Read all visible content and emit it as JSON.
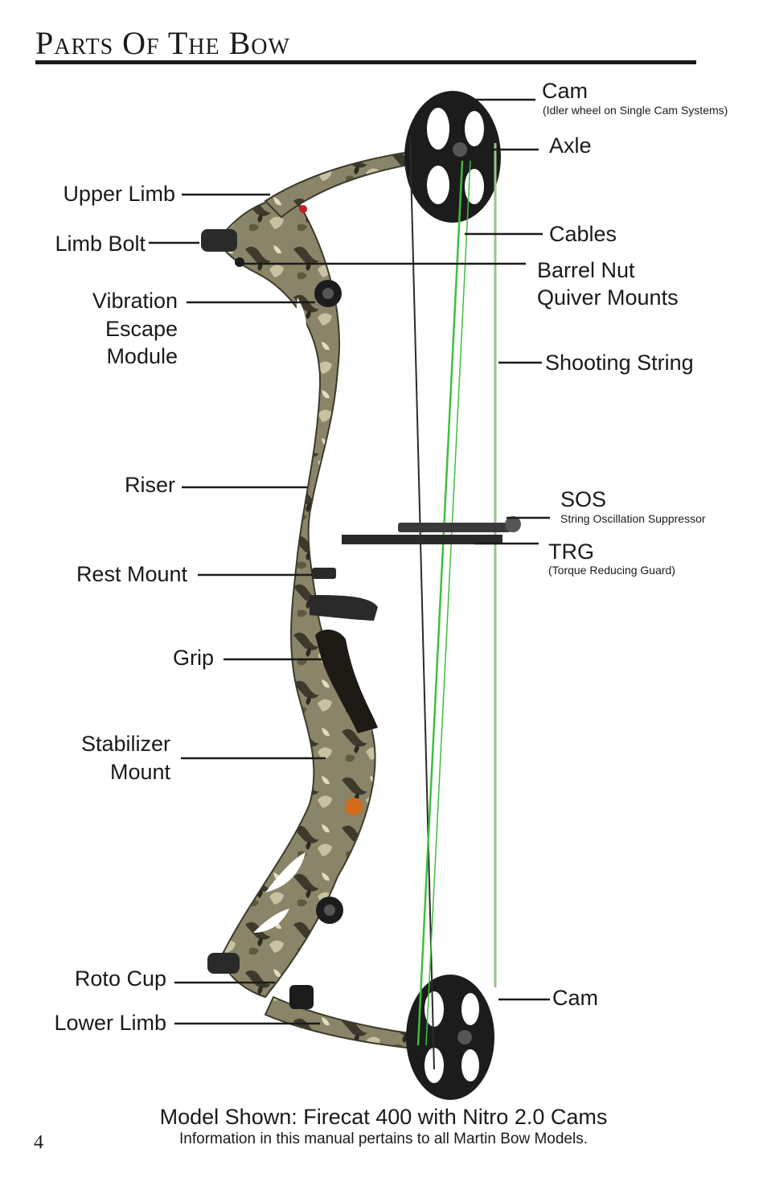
{
  "title": "Parts Of The Bow",
  "labels": {
    "cam_top": "Cam",
    "cam_top_note": "(Idler wheel on Single Cam Systems)",
    "axle": "Axle",
    "upper_limb": "Upper Limb",
    "limb_bolt": "Limb Bolt",
    "cables": "Cables",
    "barrel_nut_line1": "Barrel Nut",
    "barrel_nut_line2": "Quiver Mounts",
    "vibration_line1": "Vibration",
    "vibration_line2": "Escape",
    "vibration_line3": "Module",
    "shooting_string": "Shooting String",
    "riser": "Riser",
    "sos": "SOS",
    "sos_note": "String Oscillation Suppressor",
    "trg": "TRG",
    "trg_note": "(Torque Reducing Guard)",
    "rest_mount": "Rest Mount",
    "grip": "Grip",
    "stabilizer_line1": "Stabilizer",
    "stabilizer_line2": "Mount",
    "roto_cup": "Roto Cup",
    "cam_bottom": "Cam",
    "lower_limb": "Lower Limb"
  },
  "caption": "Model Shown: Firecat 400 with Nitro 2.0 Cams",
  "caption_note": "Information in this manual pertains to all Martin Bow Models.",
  "page_number": "4",
  "colors": {
    "camo_base": "#8a8468",
    "camo_dark": "#3d3a2c",
    "cam_black": "#1c1c1c",
    "cable_green": "#3fbf3f",
    "leader_line": "#1a1a1a"
  }
}
